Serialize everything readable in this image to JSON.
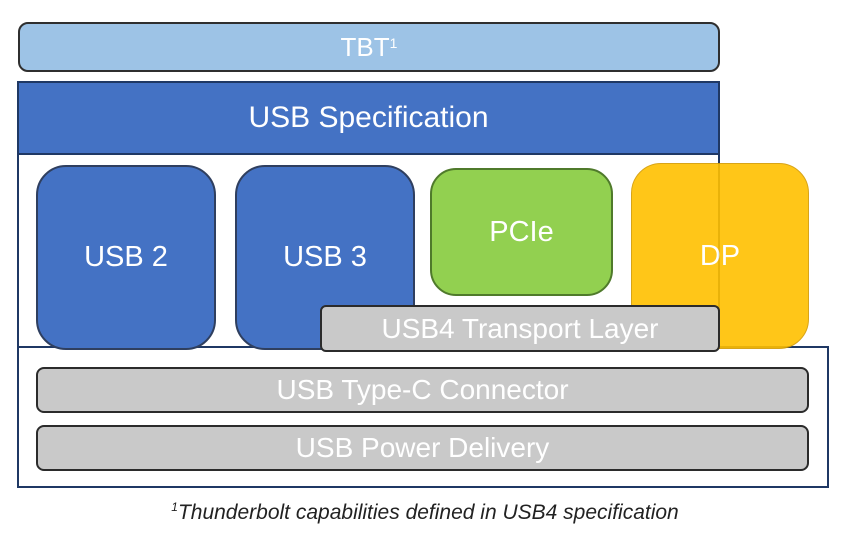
{
  "diagram": {
    "tbt": {
      "label": "TBT",
      "superscript": "1"
    },
    "usb_spec": {
      "label": "USB Specification"
    },
    "blocks": {
      "usb2": "USB 2",
      "usb3": "USB 3",
      "pcie": "PCIe",
      "dp": "DP"
    },
    "transport_layer": "USB4 Transport Layer",
    "type_c_connector": "USB Type-C Connector",
    "power_delivery": "USB Power Delivery",
    "footnote": {
      "marker": "1",
      "text": "Thunderbolt capabilities defined in USB4 specification"
    },
    "colors": {
      "tbt": "#9dc3e6",
      "usb_blue": "#4472c4",
      "pcie_green": "#92d050",
      "dp_orange": "#ffc000",
      "gray_layer": "#c9c9c9",
      "frame": "#1f3864"
    }
  }
}
